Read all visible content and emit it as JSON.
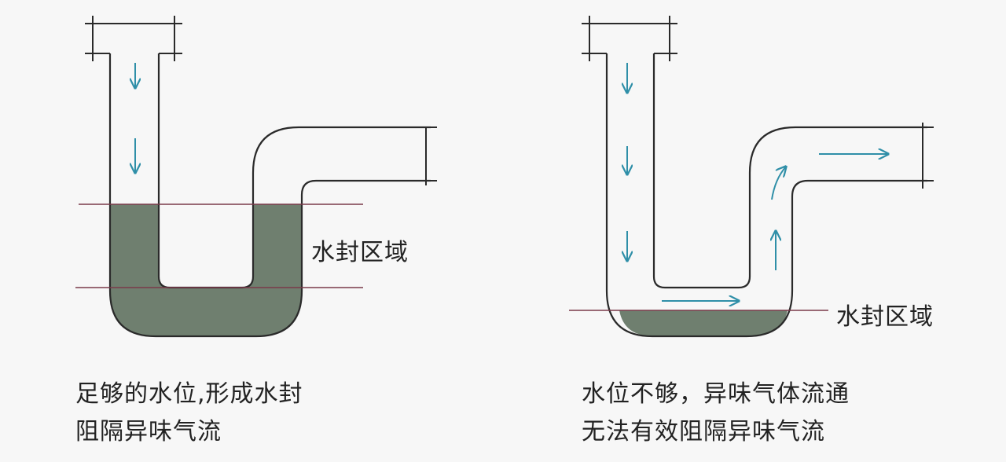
{
  "colors": {
    "water": "#6f7f6f",
    "pipe_stroke": "#2a2a2a",
    "arrow": "#2f8fa8",
    "level_line": "#7a3a4a"
  },
  "left_panel": {
    "seal_label": "水封区域",
    "caption_line1": "足够的水位,形成水封",
    "caption_line2": "阻隔异味气流"
  },
  "right_panel": {
    "seal_label": "水封区域",
    "caption_line1": "水位不够，异味气体流通",
    "caption_line2": "无法有效阻隔异味气流"
  }
}
